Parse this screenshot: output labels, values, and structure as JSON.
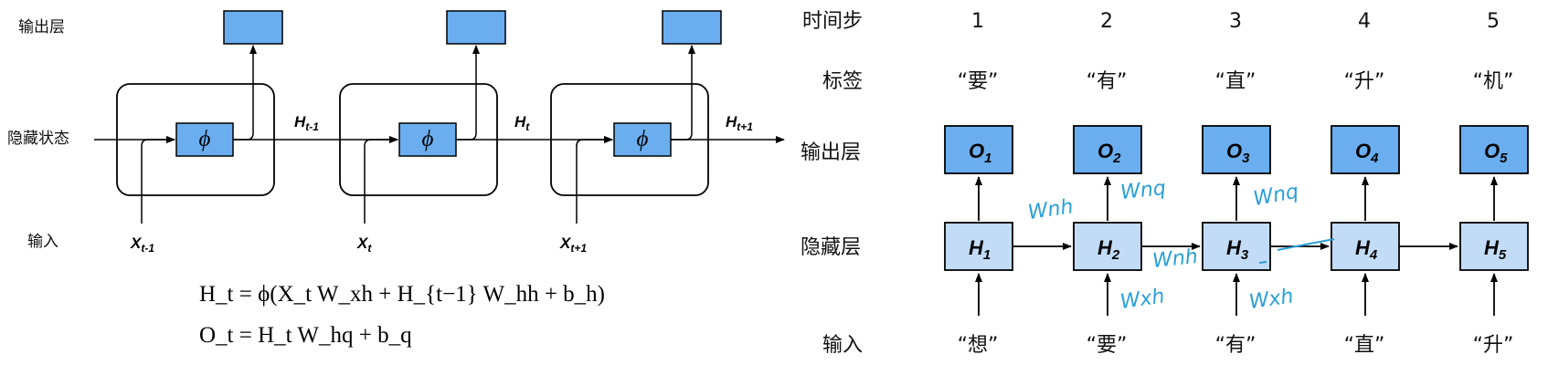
{
  "colors": {
    "box_output": "#6aaef0",
    "box_hidden_left": "#6aaef0",
    "box_hidden_right": "#c2dcf8",
    "stroke": "#000000",
    "annotation": "#2a9fd8"
  },
  "left": {
    "row_labels": {
      "output": "输出层",
      "hidden": "隐藏状态",
      "input": "输入"
    },
    "phi": "ϕ",
    "hidden_states": [
      {
        "base": "H",
        "sub": "t-1"
      },
      {
        "base": "H",
        "sub": "t"
      },
      {
        "base": "H",
        "sub": "t+1"
      }
    ],
    "inputs": [
      {
        "base": "X",
        "sub": "t-1"
      },
      {
        "base": "X",
        "sub": "t"
      },
      {
        "base": "X",
        "sub": "t+1"
      }
    ],
    "equations": [
      "H_t = ϕ(X_t W_xh + H_{t−1} W_hh + b_h)",
      "O_t = H_t W_hq + b_q"
    ]
  },
  "right": {
    "row_labels": {
      "time": "时间步",
      "label": "标签",
      "output": "输出层",
      "hidden": "隐藏层",
      "input": "输入"
    },
    "steps": [
      {
        "t": "1",
        "label": "“要”",
        "out": {
          "base": "O",
          "sub": "1"
        },
        "hid": {
          "base": "H",
          "sub": "1"
        },
        "input": "“想”"
      },
      {
        "t": "2",
        "label": "“有”",
        "out": {
          "base": "O",
          "sub": "2"
        },
        "hid": {
          "base": "H",
          "sub": "2"
        },
        "input": "“要”"
      },
      {
        "t": "3",
        "label": "“直”",
        "out": {
          "base": "O",
          "sub": "3"
        },
        "hid": {
          "base": "H",
          "sub": "3"
        },
        "input": "“有”"
      },
      {
        "t": "4",
        "label": "“升”",
        "out": {
          "base": "O",
          "sub": "4"
        },
        "hid": {
          "base": "H",
          "sub": "4"
        },
        "input": "“直”"
      },
      {
        "t": "5",
        "label": "“机”",
        "out": {
          "base": "O",
          "sub": "5"
        },
        "hid": {
          "base": "H",
          "sub": "5"
        },
        "input": "“升”"
      }
    ],
    "handwritten": [
      "Wnh",
      "Wnq",
      "Wnq",
      "Wnh",
      "Wxh",
      "Wxh"
    ]
  }
}
